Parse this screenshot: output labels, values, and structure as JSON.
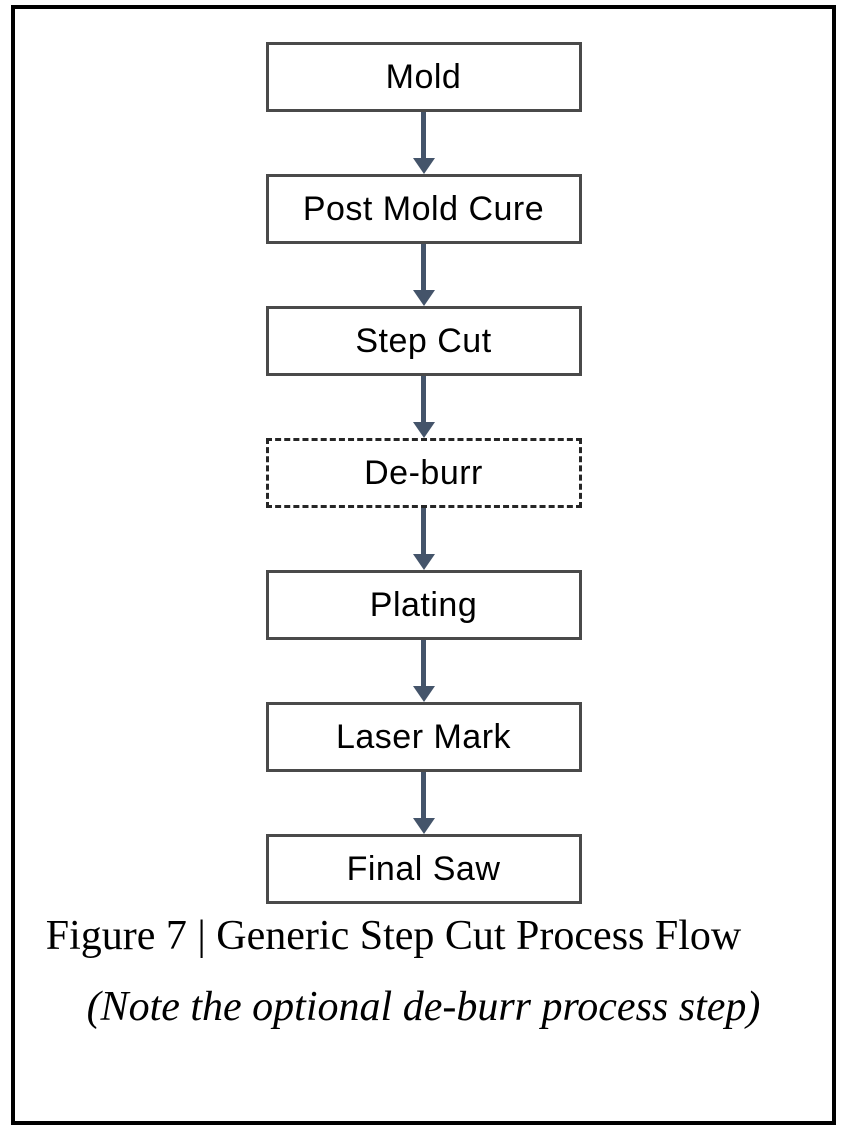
{
  "figure": {
    "caption": "Figure 7 | Generic Step Cut Process Flow",
    "note": "(Note the optional de-burr process step)"
  },
  "flowchart": {
    "steps": [
      {
        "label": "Mold",
        "optional": false
      },
      {
        "label": "Post Mold Cure",
        "optional": false
      },
      {
        "label": "Step Cut",
        "optional": false
      },
      {
        "label": "De-burr",
        "optional": true
      },
      {
        "label": "Plating",
        "optional": false
      },
      {
        "label": "Laser Mark",
        "optional": false
      },
      {
        "label": "Final Saw",
        "optional": false
      }
    ],
    "connector": "down-arrow"
  },
  "colors": {
    "frame_border": "#000000",
    "box_border": "#4a4a4a",
    "optional_box_border": "#262626",
    "arrow": "#44546a",
    "box_fill": "#ffffff",
    "text": "#000000"
  }
}
